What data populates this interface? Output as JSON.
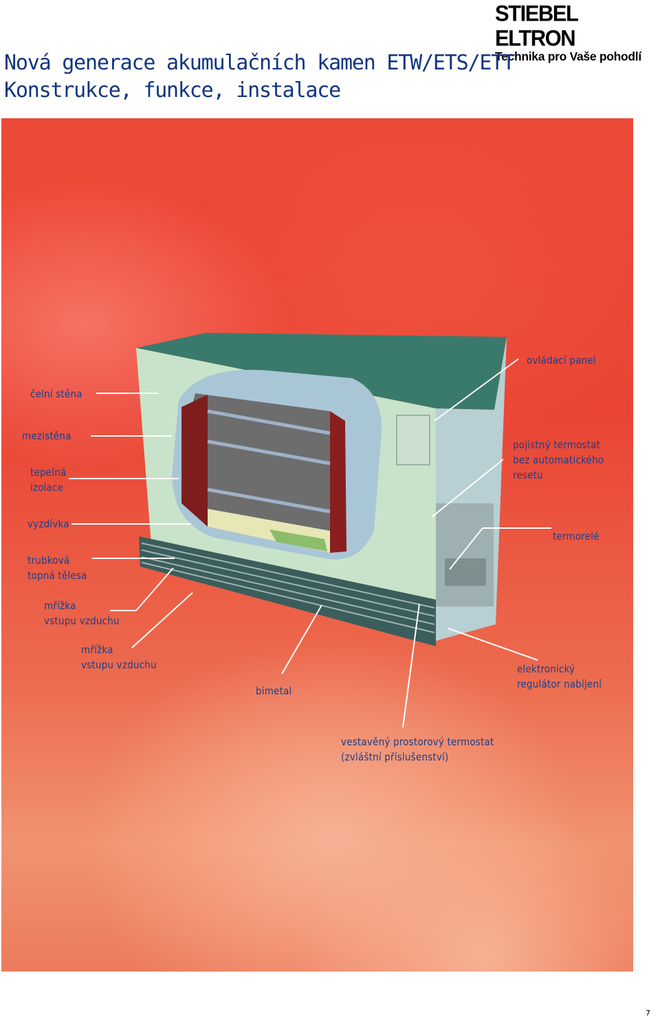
{
  "brand": {
    "name": "STIEBEL ELTRON",
    "slogan": "Technika pro Vaše pohodlí"
  },
  "title": {
    "line1": "Nová generace akumulačních kamen ETW/ETS/ETT",
    "line2": "Konstrukce, funkce, instalace"
  },
  "labels": {
    "celni_stena": "čelní stěna",
    "mezistena": "mezistěna",
    "tepelna_izolace": [
      "tepelná",
      "izolace"
    ],
    "vyzdivka": "vyzdívka",
    "trubkova_telesa": [
      "trubková",
      "topná tělesa"
    ],
    "mrizka_1": [
      "mřížka",
      "vstupu vzduchu"
    ],
    "mrizka_2": [
      "mřížka",
      "vstupu vzduchu"
    ],
    "bimetal": "bimetal",
    "vestaveny_termostat": [
      "vestavěný prostorový termostat",
      "(zvláštní příslušenství)"
    ],
    "ovladaci_panel": "ovládací panel",
    "pojistny_termostat": [
      "pojistný termostat",
      "bez automatického",
      "resetu"
    ],
    "termorele": "termorelé",
    "elektronicky_regulator": [
      "elektronický",
      "regulátor nabíjení"
    ]
  },
  "page_number": "7",
  "colors": {
    "title": "#10357f",
    "label": "#1d3f86",
    "background_red": "#ea4534",
    "heater_body": "#c7e2c8",
    "heater_top": "#3d7c6e"
  }
}
